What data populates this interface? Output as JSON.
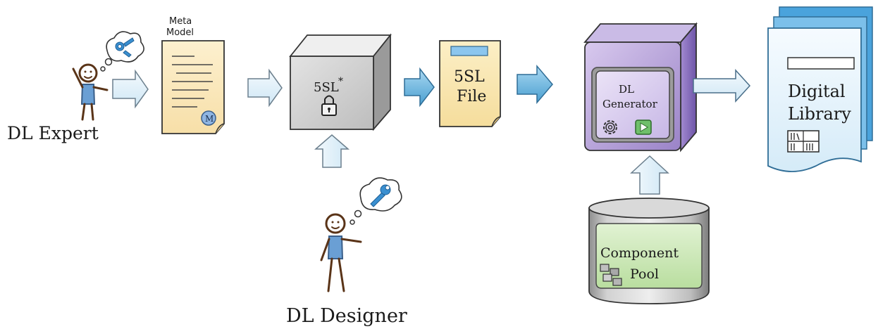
{
  "diagram": {
    "expert_label": "DL Expert",
    "meta_model_line1": "Meta",
    "meta_model_line2": "Model",
    "meta_model_badge": "M",
    "box_label": "5SL",
    "box_asterisk": "*",
    "file_line1": "5SL",
    "file_line2": "File",
    "generator_line1": "DL",
    "generator_line2": "Generator",
    "library_line1": "Digital",
    "library_line2": "Library",
    "pool_line1": "Component",
    "pool_line2": "Pool",
    "designer_label": "DL Designer"
  }
}
